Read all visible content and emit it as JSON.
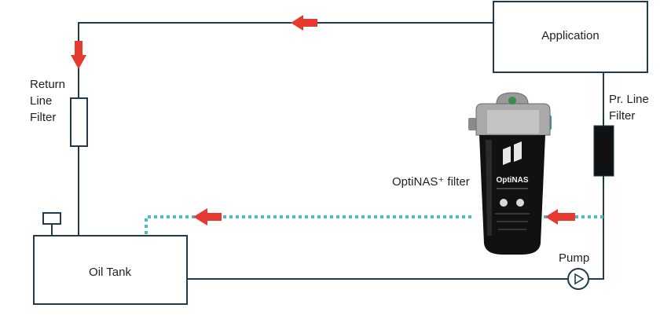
{
  "diagram": {
    "boxes": {
      "application": "Application",
      "oil_tank": "Oil Tank"
    },
    "labels": {
      "return_filter": [
        "Return",
        "Line",
        "Filter"
      ],
      "pressure_filter": [
        "Pr. Line",
        "Filter"
      ],
      "optinas_filter": "OptiNAS⁺ filter",
      "pump": "Pump",
      "device_brand": "OptiNAS"
    },
    "colors": {
      "line": "#1f3a4d",
      "arrow": "#e53a2f",
      "dotted_flow": "#4fb9c8",
      "device_body": "#111111"
    },
    "icons": [
      "flow-arrow-icon",
      "pump-icon",
      "cummins-logo-icon"
    ]
  }
}
